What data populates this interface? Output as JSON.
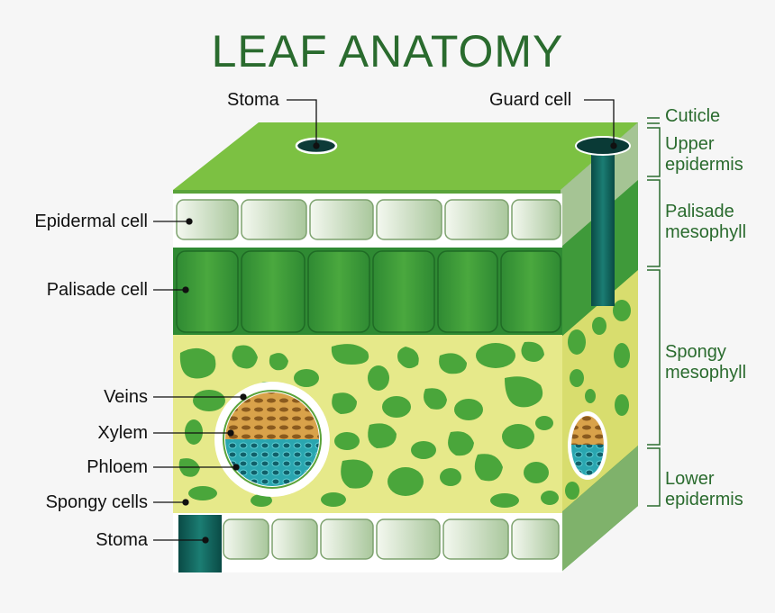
{
  "title": "LEAF ANATOMY",
  "labels": {
    "stoma_top": "Stoma",
    "guard_cell": "Guard cell",
    "epidermal_cell": "Epidermal cell",
    "palisade_cell": "Palisade cell",
    "veins": "Veins",
    "xylem": "Xylem",
    "phloem": "Phloem",
    "spongy_cells": "Spongy cells",
    "stoma_bottom": "Stoma"
  },
  "layers": {
    "cuticle": "Cuticle",
    "upper_epidermis_1": "Upper",
    "upper_epidermis_2": "epidermis",
    "palisade_1": "Palisade",
    "palisade_2": "mesophyll",
    "spongy_1": "Spongy",
    "spongy_2": "mesophyll",
    "lower_1": "Lower",
    "lower_2": "epidermis"
  },
  "colors": {
    "title": "#2a6b2e",
    "top_face": "#7cc142",
    "palisade": "#3f9a3a",
    "spongy_bg": "#e8e88a",
    "spongy_cell": "#4aa63b",
    "epidermis": "#c9dcc3",
    "xylem": "#d4a04a",
    "phloem": "#2aa6b0",
    "stoma_tube": "#0e5a52"
  }
}
